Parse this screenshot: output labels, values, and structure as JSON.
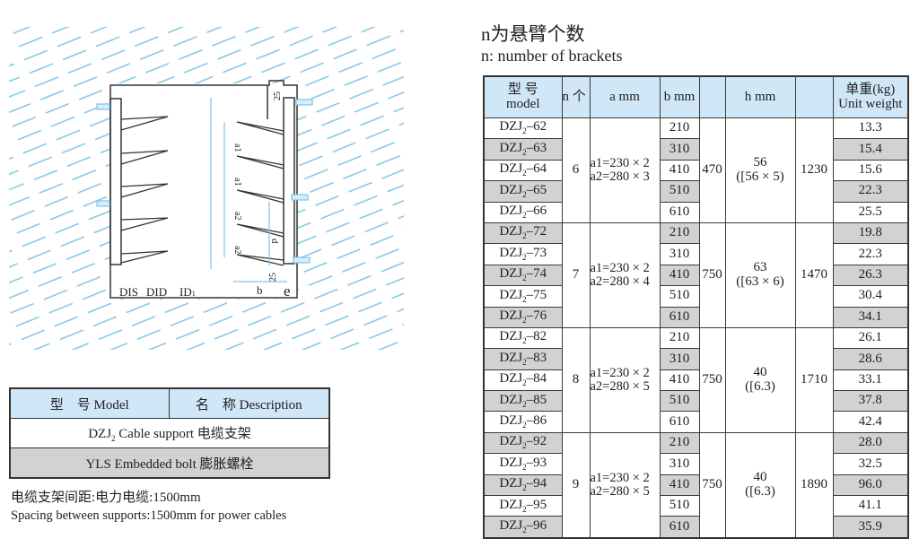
{
  "title_cn": "n为悬臂个数",
  "title_en": "n: number of brackets",
  "diagram": {
    "labels": {
      "dis": "DIS",
      "did": "DID",
      "id1": "ID",
      "id1_sub": "1",
      "b": "b",
      "e": "e",
      "top25": "25",
      "bot25": "25",
      "a1_1": "a1",
      "a1_2": "a1",
      "a2_1": "a2",
      "a2_2": "a2",
      "d": "d"
    },
    "colors": {
      "hatch": "#7fc4e8",
      "line": "#333333"
    }
  },
  "spec_table": {
    "headers": {
      "model_cn": "型 号",
      "model_en": "model",
      "n": "n 个",
      "a": "a mm",
      "b": "b mm",
      "blank1": "",
      "h": "h mm",
      "blank2": "",
      "weight_cn": "单重(kg)",
      "weight_en": "Unit weight"
    },
    "groups": [
      {
        "n": "6",
        "a1": "a1=230 × 2",
        "a2": "a2=280 × 3",
        "col5": "470",
        "h1": "56",
        "h2": "([56 × 5)",
        "col7": "1230",
        "rows": [
          {
            "model": "DZJ",
            "sub": "2",
            "suffix": "–62",
            "b": "210",
            "w": "13.3"
          },
          {
            "model": "DZJ",
            "sub": "2",
            "suffix": "–63",
            "b": "310",
            "w": "15.4"
          },
          {
            "model": "DZJ",
            "sub": "2",
            "suffix": "–64",
            "b": "410",
            "w": "15.6"
          },
          {
            "model": "DZJ",
            "sub": "2",
            "suffix": "–65",
            "b": "510",
            "w": "22.3"
          },
          {
            "model": "DZJ",
            "sub": "2",
            "suffix": "–66",
            "b": "610",
            "w": "25.5"
          }
        ]
      },
      {
        "n": "7",
        "a1": "a1=230 × 2",
        "a2": "a2=280 × 4",
        "col5": "750",
        "h1": "63",
        "h2": "([63 × 6)",
        "col7": "1470",
        "rows": [
          {
            "model": "DZJ",
            "sub": "2",
            "suffix": "–72",
            "b": "210",
            "w": "19.8"
          },
          {
            "model": "DZJ",
            "sub": "2",
            "suffix": "–73",
            "b": "310",
            "w": "22.3"
          },
          {
            "model": "DZJ",
            "sub": "2",
            "suffix": "–74",
            "b": "410",
            "w": "26.3"
          },
          {
            "model": "DZJ",
            "sub": "2",
            "suffix": "–75",
            "b": "510",
            "w": "30.4"
          },
          {
            "model": "DZJ",
            "sub": "2",
            "suffix": "–76",
            "b": "610",
            "w": "34.1"
          }
        ]
      },
      {
        "n": "8",
        "a1": "a1=230 × 2",
        "a2": "a2=280 × 5",
        "col5": "750",
        "h1": "40",
        "h2": "([6.3)",
        "col7": "1710",
        "rows": [
          {
            "model": "DZJ",
            "sub": "2",
            "suffix": "–82",
            "b": "210",
            "w": "26.1"
          },
          {
            "model": "DZJ",
            "sub": "2",
            "suffix": "–83",
            "b": "310",
            "w": "28.6"
          },
          {
            "model": "DZJ",
            "sub": "2",
            "suffix": "–84",
            "b": "410",
            "w": "33.1"
          },
          {
            "model": "DZJ",
            "sub": "2",
            "suffix": "–85",
            "b": "510",
            "w": "37.8"
          },
          {
            "model": "DZJ",
            "sub": "2",
            "suffix": "–86",
            "b": "610",
            "w": "42.4"
          }
        ]
      },
      {
        "n": "9",
        "a1": "a1=230 × 2",
        "a2": "a2=280 × 5",
        "col5": "750",
        "h1": "40",
        "h2": "([6.3)",
        "col7": "1890",
        "rows": [
          {
            "model": "DZJ",
            "sub": "2",
            "suffix": "–92",
            "b": "210",
            "w": "28.0"
          },
          {
            "model": "DZJ",
            "sub": "2",
            "suffix": "–93",
            "b": "310",
            "w": "32.5"
          },
          {
            "model": "DZJ",
            "sub": "2",
            "suffix": "–94",
            "b": "410",
            "w": "96.0"
          },
          {
            "model": "DZJ",
            "sub": "2",
            "suffix": "–95",
            "b": "510",
            "w": "41.1"
          },
          {
            "model": "DZJ",
            "sub": "2",
            "suffix": "–96",
            "b": "610",
            "w": "35.9"
          }
        ]
      }
    ]
  },
  "legend_table": {
    "header_model": "型　号 Model",
    "header_desc": "名　称 Description",
    "row1_pre": "DZJ",
    "row1_sub": "2",
    "row1_post": " Cable support 电缆支架",
    "row2": "YLS Embedded bolt 膨胀螺栓"
  },
  "notes": {
    "cn": "电缆支架间距:电力电缆:1500mm",
    "en": "Spacing between supports:1500mm for power cables"
  }
}
